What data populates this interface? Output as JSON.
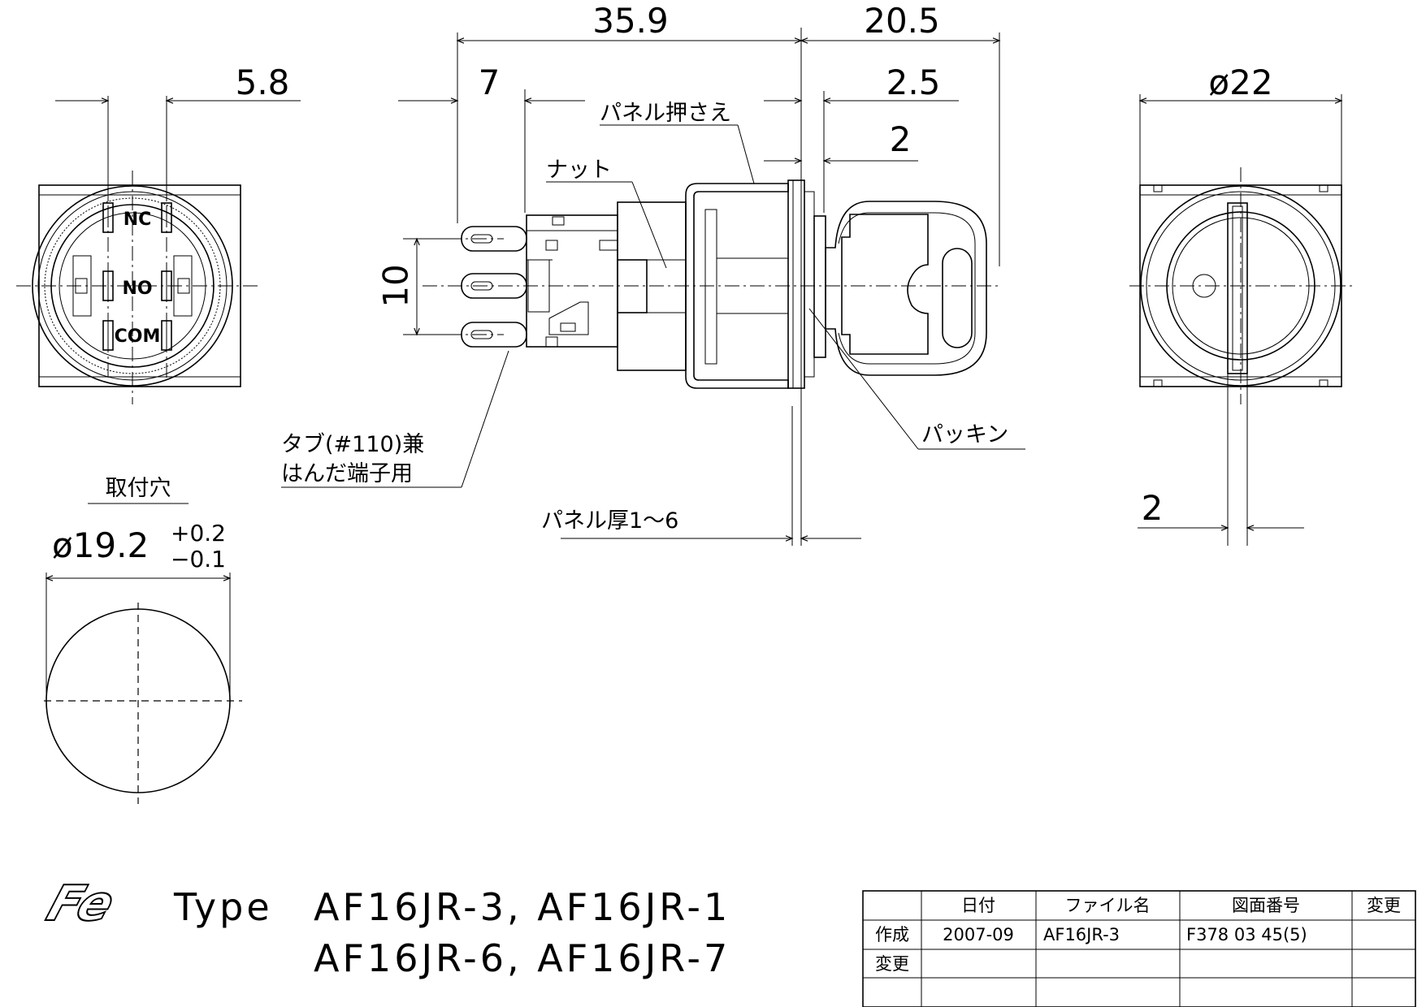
{
  "dimensions": {
    "d35_9": "35.9",
    "d20_5": "20.5",
    "d5_8": "5.8",
    "d7": "7",
    "d2_5": "2.5",
    "d2_top": "2",
    "d22": "ø22",
    "d10": "10",
    "d2_right": "2",
    "hole_dia": "ø19.2",
    "hole_tol_plus": "+0.2",
    "hole_tol_minus": "−0.1"
  },
  "labels": {
    "panel_retainer": "パネル押さえ",
    "nut": "ナット",
    "packing": "パッキン",
    "tab_line1": "タブ(#110)兼",
    "tab_line2": "はんだ端子用",
    "panel_thickness": "パネル厚1～6",
    "mounting_hole": "取付穴",
    "term_nc": "NC",
    "term_no": "NO",
    "term_com": "COM"
  },
  "title": {
    "prefix": "Type",
    "line1": "AF16JR-3, AF16JR-1",
    "line2": "AF16JR-6, AF16JR-7"
  },
  "title_block": {
    "headers": [
      "日付",
      "ファイル名",
      "図面番号",
      "変更"
    ],
    "rows": [
      {
        "label": "作成",
        "date": "2007-09",
        "file": "AF16JR-3",
        "drawing_no": "F378 03 45(5)",
        "change": ""
      },
      {
        "label": "変更",
        "date": "",
        "file": "",
        "drawing_no": "",
        "change": ""
      },
      {
        "label": "",
        "date": "",
        "file": "",
        "drawing_no": "",
        "change": ""
      }
    ]
  }
}
